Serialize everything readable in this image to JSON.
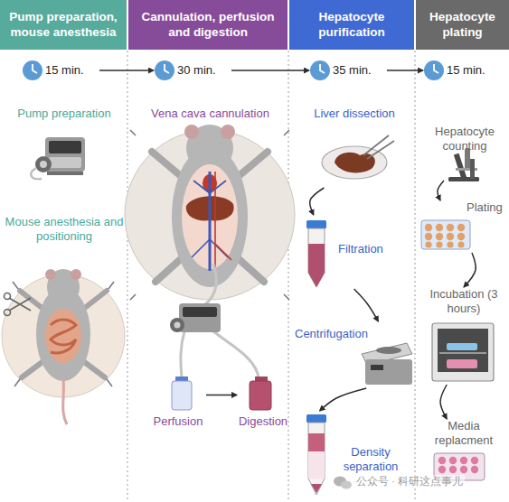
{
  "diagram": {
    "nodes": [
      {
        "text": [
          "Pump preparation, mouse anesthesia"
        ]
      },
      {
        "text": [
          "Cannulation, perfusion and digestion"
        ]
      },
      {
        "text": [
          "Hepatocyte purification"
        ]
      },
      {
        "text": [
          "Hepatocyte plating"
        ]
      },
      {
        "text": [
          "15 min."
        ]
      },
      {
        "text": [
          "30 min."
        ]
      },
      {
        "text": [
          "35 min."
        ]
      },
      {
        "text": [
          "15 min."
        ]
      },
      {
        "text": [
          "Pump preparation"
        ]
      },
      {
        "text": [
          "Mouse anesthesia and positioning"
        ]
      },
      {
        "text": [
          "Vena cava cannulation"
        ]
      },
      {
        "text": [
          "Perfusion"
        ]
      },
      {
        "text": [
          "Digestion"
        ]
      },
      {
        "text": [
          "Liver dissection"
        ]
      },
      {
        "text": [
          "Filtration"
        ]
      },
      {
        "text": [
          "Centrifugation"
        ]
      },
      {
        "text": [
          "Density separation"
        ]
      },
      {
        "text": [
          "Hepatocyte counting"
        ]
      },
      {
        "text": [
          "Plating"
        ]
      },
      {
        "text": [
          "Incubation (3 hours)"
        ]
      },
      {
        "text": [
          "Media replacment"
        ]
      }
    ],
    "edges": [
      {
        "from": 4,
        "to": 5,
        "arrow": "to"
      },
      {
        "from": 5,
        "to": 6,
        "arrow": "to"
      },
      {
        "from": 6,
        "to": 7,
        "arrow": "to"
      },
      {
        "from": 11,
        "to": 12,
        "arrow": "to"
      },
      {
        "from": 13,
        "to": 14,
        "arrow": "to"
      },
      {
        "from": 14,
        "to": 15,
        "arrow": "to"
      },
      {
        "from": 15,
        "to": 16,
        "arrow": "to"
      },
      {
        "from": 17,
        "to": 18,
        "arrow": "to"
      },
      {
        "from": 18,
        "to": 19,
        "arrow": "to"
      },
      {
        "from": 19,
        "to": 20,
        "arrow": "to"
      }
    ],
    "labels": [
      "公众号 · 科研这点事儿"
    ]
  }
}
